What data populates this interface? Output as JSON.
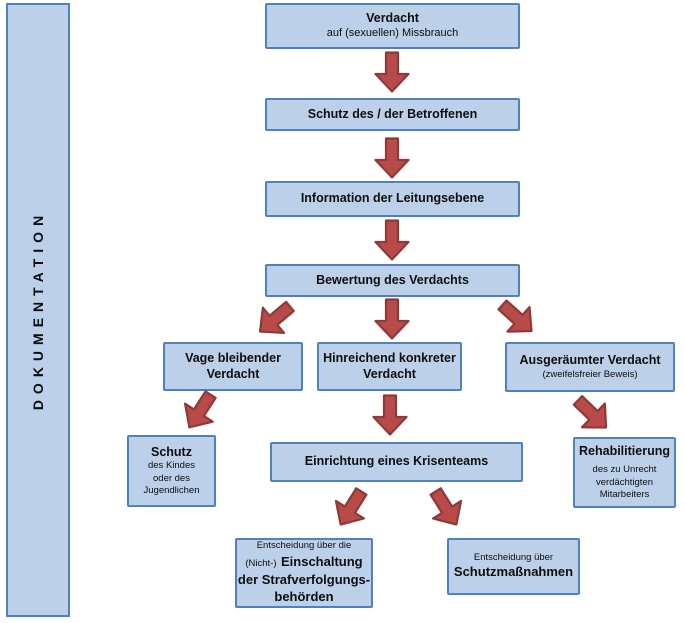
{
  "palette": {
    "background": "#ffffff",
    "box_fill": "#bdd0ea",
    "box_border": "#4f81bd",
    "arrow_fill": "#b84a4a",
    "arrow_border": "#8d3a38",
    "text": "#0d0d0d"
  },
  "sidebar": {
    "label": "DOKUMENTATION"
  },
  "nodes": {
    "verdacht": {
      "title": "Verdacht",
      "subtitle": "auf (sexuellen) Missbrauch"
    },
    "schutz_betroffene": {
      "title": "Schutz des / der Betroffenen"
    },
    "information": {
      "title": "Information der Leitungsebene"
    },
    "bewertung": {
      "title": "Bewertung des Verdachts"
    },
    "vage": {
      "line1": "Vage bleibender",
      "line2": "Verdacht"
    },
    "hinreichend": {
      "line1": "Hinreichend konkreter",
      "line2": "Verdacht"
    },
    "ausgeraeumt": {
      "title": "Ausgeräumter Verdacht",
      "subtitle": "(zweifelsfreier Beweis)"
    },
    "schutz_kind": {
      "title": "Schutz",
      "line1": "des Kindes",
      "line2": "oder des",
      "line3": "Jugendlichen"
    },
    "krisenteam": {
      "title": "Einrichtung eines Krisenteams"
    },
    "rehabilitierung": {
      "title": "Rehabilitierung",
      "line1": "des zu Unrecht",
      "line2": "verdächtigten",
      "line3": "Mitarbeiters"
    },
    "strafverfolgung": {
      "line1": "Entscheidung über die",
      "line2_prefix": "(Nicht-)",
      "line2_bold": "Einschaltung",
      "line3": "der Strafverfolgungs-",
      "line4": "behörden"
    },
    "schutzmassnahmen": {
      "line1": "Entscheidung über",
      "line2": "Schutzmaßnahmen"
    }
  }
}
